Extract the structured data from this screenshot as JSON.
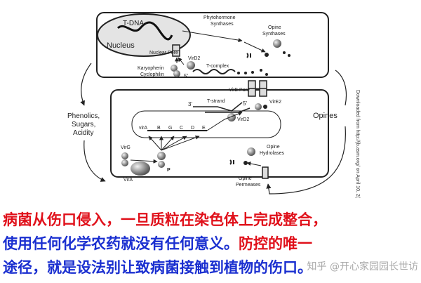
{
  "diagram": {
    "labels": {
      "tdna": "T-DNA",
      "nucleus": "Nucleus",
      "phytohormone": [
        "Phytohormone",
        "Synthases"
      ],
      "opine_synth": [
        "Opine",
        "Synthases"
      ],
      "nuclear_pore": "Nuclear Pore",
      "virD2_top": "VirD2",
      "karyopherin": "Karyopherin",
      "cyclophilin": "Cyclophilin",
      "tcomplex": "T-complex",
      "five_prime_top": "5'",
      "phenolics": [
        "Phenolics,",
        "Sugars,",
        "Acidity"
      ],
      "opines": "Opines",
      "virB_pore": "VirB Pore",
      "virE2": "VirE2",
      "three_prime": "3'",
      "tstrand": "T-strand",
      "five_prime_mid": "5'",
      "virD2_mid": "VirD2",
      "genes": [
        "virA",
        "B",
        "G",
        "C",
        "D",
        "E"
      ],
      "virG": "VirG",
      "p_label": "P",
      "virA_bottom": "VirA",
      "opine_hydrolases": [
        "Opine",
        "Hydrolases"
      ],
      "opine_permeases": [
        "Opine",
        "Permeases"
      ]
    },
    "side_note": "Downloaded from http://jb.asm.org/ on April 10, 2("
  },
  "caption": {
    "line1_red": "病菌从伤口侵入，一旦质粒在染色体上完成整合，",
    "line2_blue": "使用任何化学农药就没有任何意义。",
    "line2_red": "防控的唯一",
    "line3_blue": "途径，就是设法别让致病菌接触到植物的伤口。"
  },
  "watermark": "知乎 @开心家园园长世访",
  "colors": {
    "caption_red": "#e0101a",
    "caption_blue": "#1a2fd0"
  }
}
